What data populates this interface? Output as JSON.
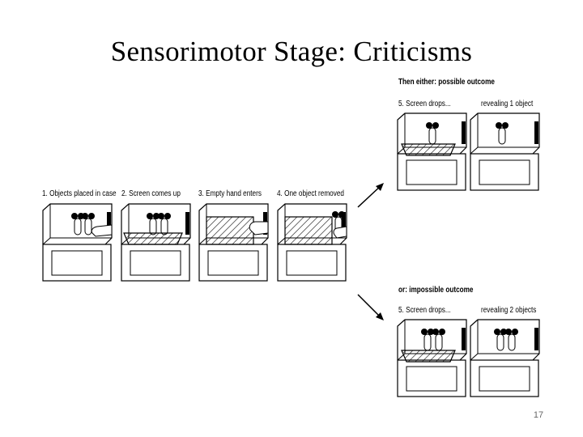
{
  "slide": {
    "title": "Sensorimotor Stage: Criticisms",
    "page_number": "17"
  },
  "sequence": {
    "captions": [
      "1. Objects placed in case",
      "2. Screen comes up",
      "3. Empty hand enters",
      "4. One object removed"
    ]
  },
  "possible": {
    "heading": "Then either: possible outcome",
    "captions": [
      "5. Screen drops...",
      "revealing 1 object"
    ]
  },
  "impossible": {
    "heading": "or: impossible outcome",
    "captions": [
      "5. Screen drops...",
      "revealing 2 objects"
    ]
  }
}
